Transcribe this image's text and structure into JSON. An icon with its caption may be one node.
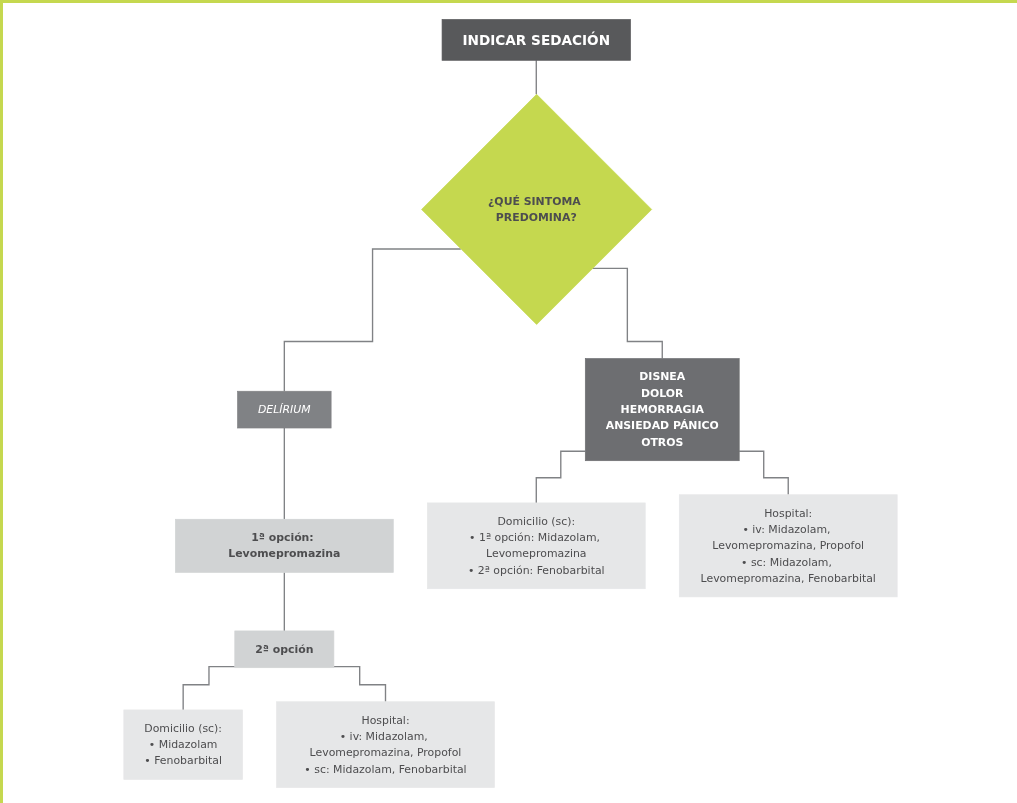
{
  "diagram": {
    "nodes": [
      {
        "text": [
          "INDICAR SEDACIÓN"
        ]
      },
      {
        "text": [
          "¿QUÉ SINTOMA PREDOMINA?"
        ]
      },
      {
        "text": [
          "DELÍRIUM"
        ]
      },
      {
        "text": [
          "1ª opción: Levomepromazina"
        ]
      },
      {
        "text": [
          "2ª opción"
        ]
      },
      {
        "text": [
          "Domicilio (sc):",
          "• Midazolam",
          "• Fenobarbital"
        ]
      },
      {
        "text": [
          "Hospital:",
          "• iv: Midazolam, Levomepromazina, Propofol",
          "• sc: Midazolam, Fenobarbital"
        ]
      },
      {
        "text": [
          "DISNEA",
          "DOLOR",
          "HEMORRAGIA",
          "ANSIEDAD PÁNICO",
          "OTROS"
        ]
      },
      {
        "text": [
          "Domicilio (sc):",
          "• 1ª opción: Midazolam, Levomepromazina",
          "• 2ª opción: Fenobarbital"
        ]
      },
      {
        "text": [
          "Hospital:",
          "• iv: Midazolam, Levomepromazina, Propofol",
          "• sc: Midazolam, Levomepromazina, Fenobarbital"
        ]
      }
    ],
    "edges": [
      {
        "from": 0,
        "to": 1,
        "arrow": "none"
      },
      {
        "from": 1,
        "to": 2,
        "arrow": "none"
      },
      {
        "from": 1,
        "to": 7,
        "arrow": "none"
      },
      {
        "from": 2,
        "to": 3,
        "arrow": "none"
      },
      {
        "from": 3,
        "to": 4,
        "arrow": "none"
      },
      {
        "from": 4,
        "to": 5,
        "arrow": "none"
      },
      {
        "from": 4,
        "to": 6,
        "arrow": "none"
      },
      {
        "from": 7,
        "to": 8,
        "arrow": "none"
      },
      {
        "from": 7,
        "to": 9,
        "arrow": "none"
      }
    ]
  }
}
